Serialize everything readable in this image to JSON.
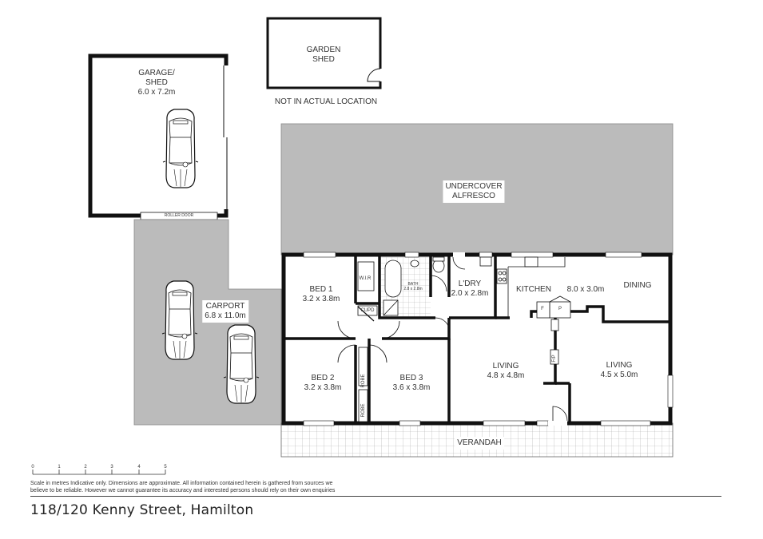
{
  "property": {
    "address": "118/120 Kenny Street, Hamilton"
  },
  "colors": {
    "wall": "#111111",
    "covered_area": "#bbbbbb",
    "background": "#ffffff",
    "tile_grid": "#999999"
  },
  "outbuildings": {
    "garage": {
      "name": "GARAGE/",
      "name2": "SHED",
      "size": "6.0 x 7.2m",
      "door_label": "ROLLER DOOR"
    },
    "garden_shed": {
      "name": "GARDEN",
      "name2": "SHED",
      "note": "NOT IN ACTUAL LOCATION"
    },
    "carport": {
      "name": "CARPORT",
      "size": "6.8 x 11.0m"
    },
    "alfresco": {
      "name": "UNDERCOVER",
      "name2": "ALFRESCO"
    },
    "verandah": {
      "name": "VERANDAH"
    }
  },
  "rooms": {
    "bed1": {
      "name": "BED 1",
      "size": "3.2 x 3.8m"
    },
    "wir": {
      "name": "W.I.R"
    },
    "cupd": {
      "name": "CUPD"
    },
    "bath": {
      "name": "BATH",
      "size": "2.8 x 2.8m"
    },
    "laundry": {
      "name": "L'DRY",
      "size": "2.0 x 2.8m"
    },
    "kitchen": {
      "name": "KITCHEN",
      "size": "8.0 x 3.0m"
    },
    "dining": {
      "name": "DINING"
    },
    "fridge": {
      "name": "F"
    },
    "pantry": {
      "name": "P"
    },
    "bed2": {
      "name": "BED 2",
      "size": "3.2 x 3.8m"
    },
    "bed3": {
      "name": "BED 3",
      "size": "3.6 x 3.8m"
    },
    "robe1": {
      "name": "ROBE"
    },
    "robe2": {
      "name": "ROBE"
    },
    "living1": {
      "name": "LIVING",
      "size": "4.8 x 4.8m"
    },
    "living2": {
      "name": "LIVING",
      "size": "4.5 x 5.0m"
    },
    "fireplace": {
      "name": "F/P"
    }
  },
  "scale": {
    "ticks": [
      "0",
      "1",
      "2",
      "3",
      "4",
      "5"
    ],
    "unit": "metres"
  },
  "disclaimer": "Scale in metres Indicative only. Dimensions are approximate. All information contained herein is gathered from sources we believe to be reliable. However we cannot guarantee its accuracy and interested persons should rely on their own enquiries"
}
